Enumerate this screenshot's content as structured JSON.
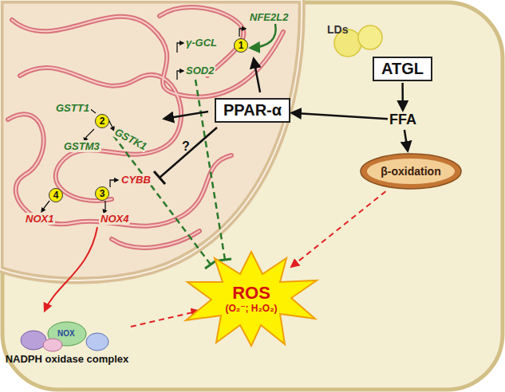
{
  "diagram": {
    "nodes": [
      {
        "text": [
          "1"
        ]
      },
      {
        "text": [
          "2"
        ]
      },
      {
        "text": [
          "3"
        ]
      },
      {
        "text": [
          "4"
        ]
      },
      {
        "text": [
          "PPAR-α"
        ]
      },
      {
        "text": [
          "LDs"
        ]
      },
      {
        "text": [
          "ATGL"
        ]
      },
      {
        "text": [
          "FFA"
        ]
      },
      {
        "text": [
          "β-oxidation"
        ]
      },
      {
        "text": [
          "ROS",
          "(O₂⁻; H₂O₂)"
        ]
      },
      {
        "text": [
          "NOX",
          "NADPH oxidase complex"
        ]
      }
    ],
    "edges": [
      {
        "from": 6,
        "to": 7,
        "arrow": "to"
      },
      {
        "from": 7,
        "to": 4,
        "arrow": "to"
      },
      {
        "from": 7,
        "to": 8,
        "arrow": "to"
      },
      {
        "from": 8,
        "to": 9,
        "arrow": "to"
      },
      {
        "from": 10,
        "to": 9,
        "arrow": "to"
      }
    ],
    "labels": [
      "NFE2L2",
      "γ-GCL",
      "SOD2",
      "GSTT1",
      "GSTK1",
      "GSTM3",
      "CYBB",
      "NOX1",
      "NOX4",
      "?"
    ]
  }
}
